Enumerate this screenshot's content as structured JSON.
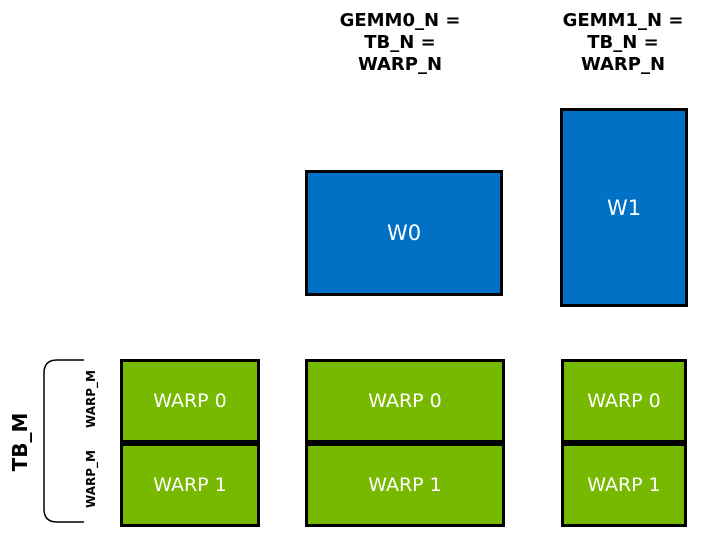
{
  "colors": {
    "bg": "#FFFFFF",
    "green": "#76B900",
    "blue": "#0071C5",
    "border": "#000000",
    "text": "#000000",
    "white_text": "#FFFFFF"
  },
  "header_labels": [
    {
      "lines": [
        "GEMM0_N =",
        "TB_N =",
        "WARP_N"
      ]
    },
    {
      "lines": [
        "GEMM1_N =",
        "TB_N =",
        "WARP_N"
      ]
    }
  ],
  "accumulator_tiles": [
    {
      "label": "W0"
    },
    {
      "label": "W1"
    }
  ],
  "side_labels": {
    "tb_m": "TB_M",
    "warp_m_top": "WARP_M",
    "warp_m_bottom": "WARP_M"
  },
  "warp_columns": [
    {
      "cells": [
        {
          "label": "WARP 0"
        },
        {
          "label": "WARP 1"
        }
      ]
    },
    {
      "cells": [
        {
          "label": "WARP 0"
        },
        {
          "label": "WARP 1"
        }
      ]
    },
    {
      "cells": [
        {
          "label": "WARP 0"
        },
        {
          "label": "WARP 1"
        }
      ]
    }
  ]
}
